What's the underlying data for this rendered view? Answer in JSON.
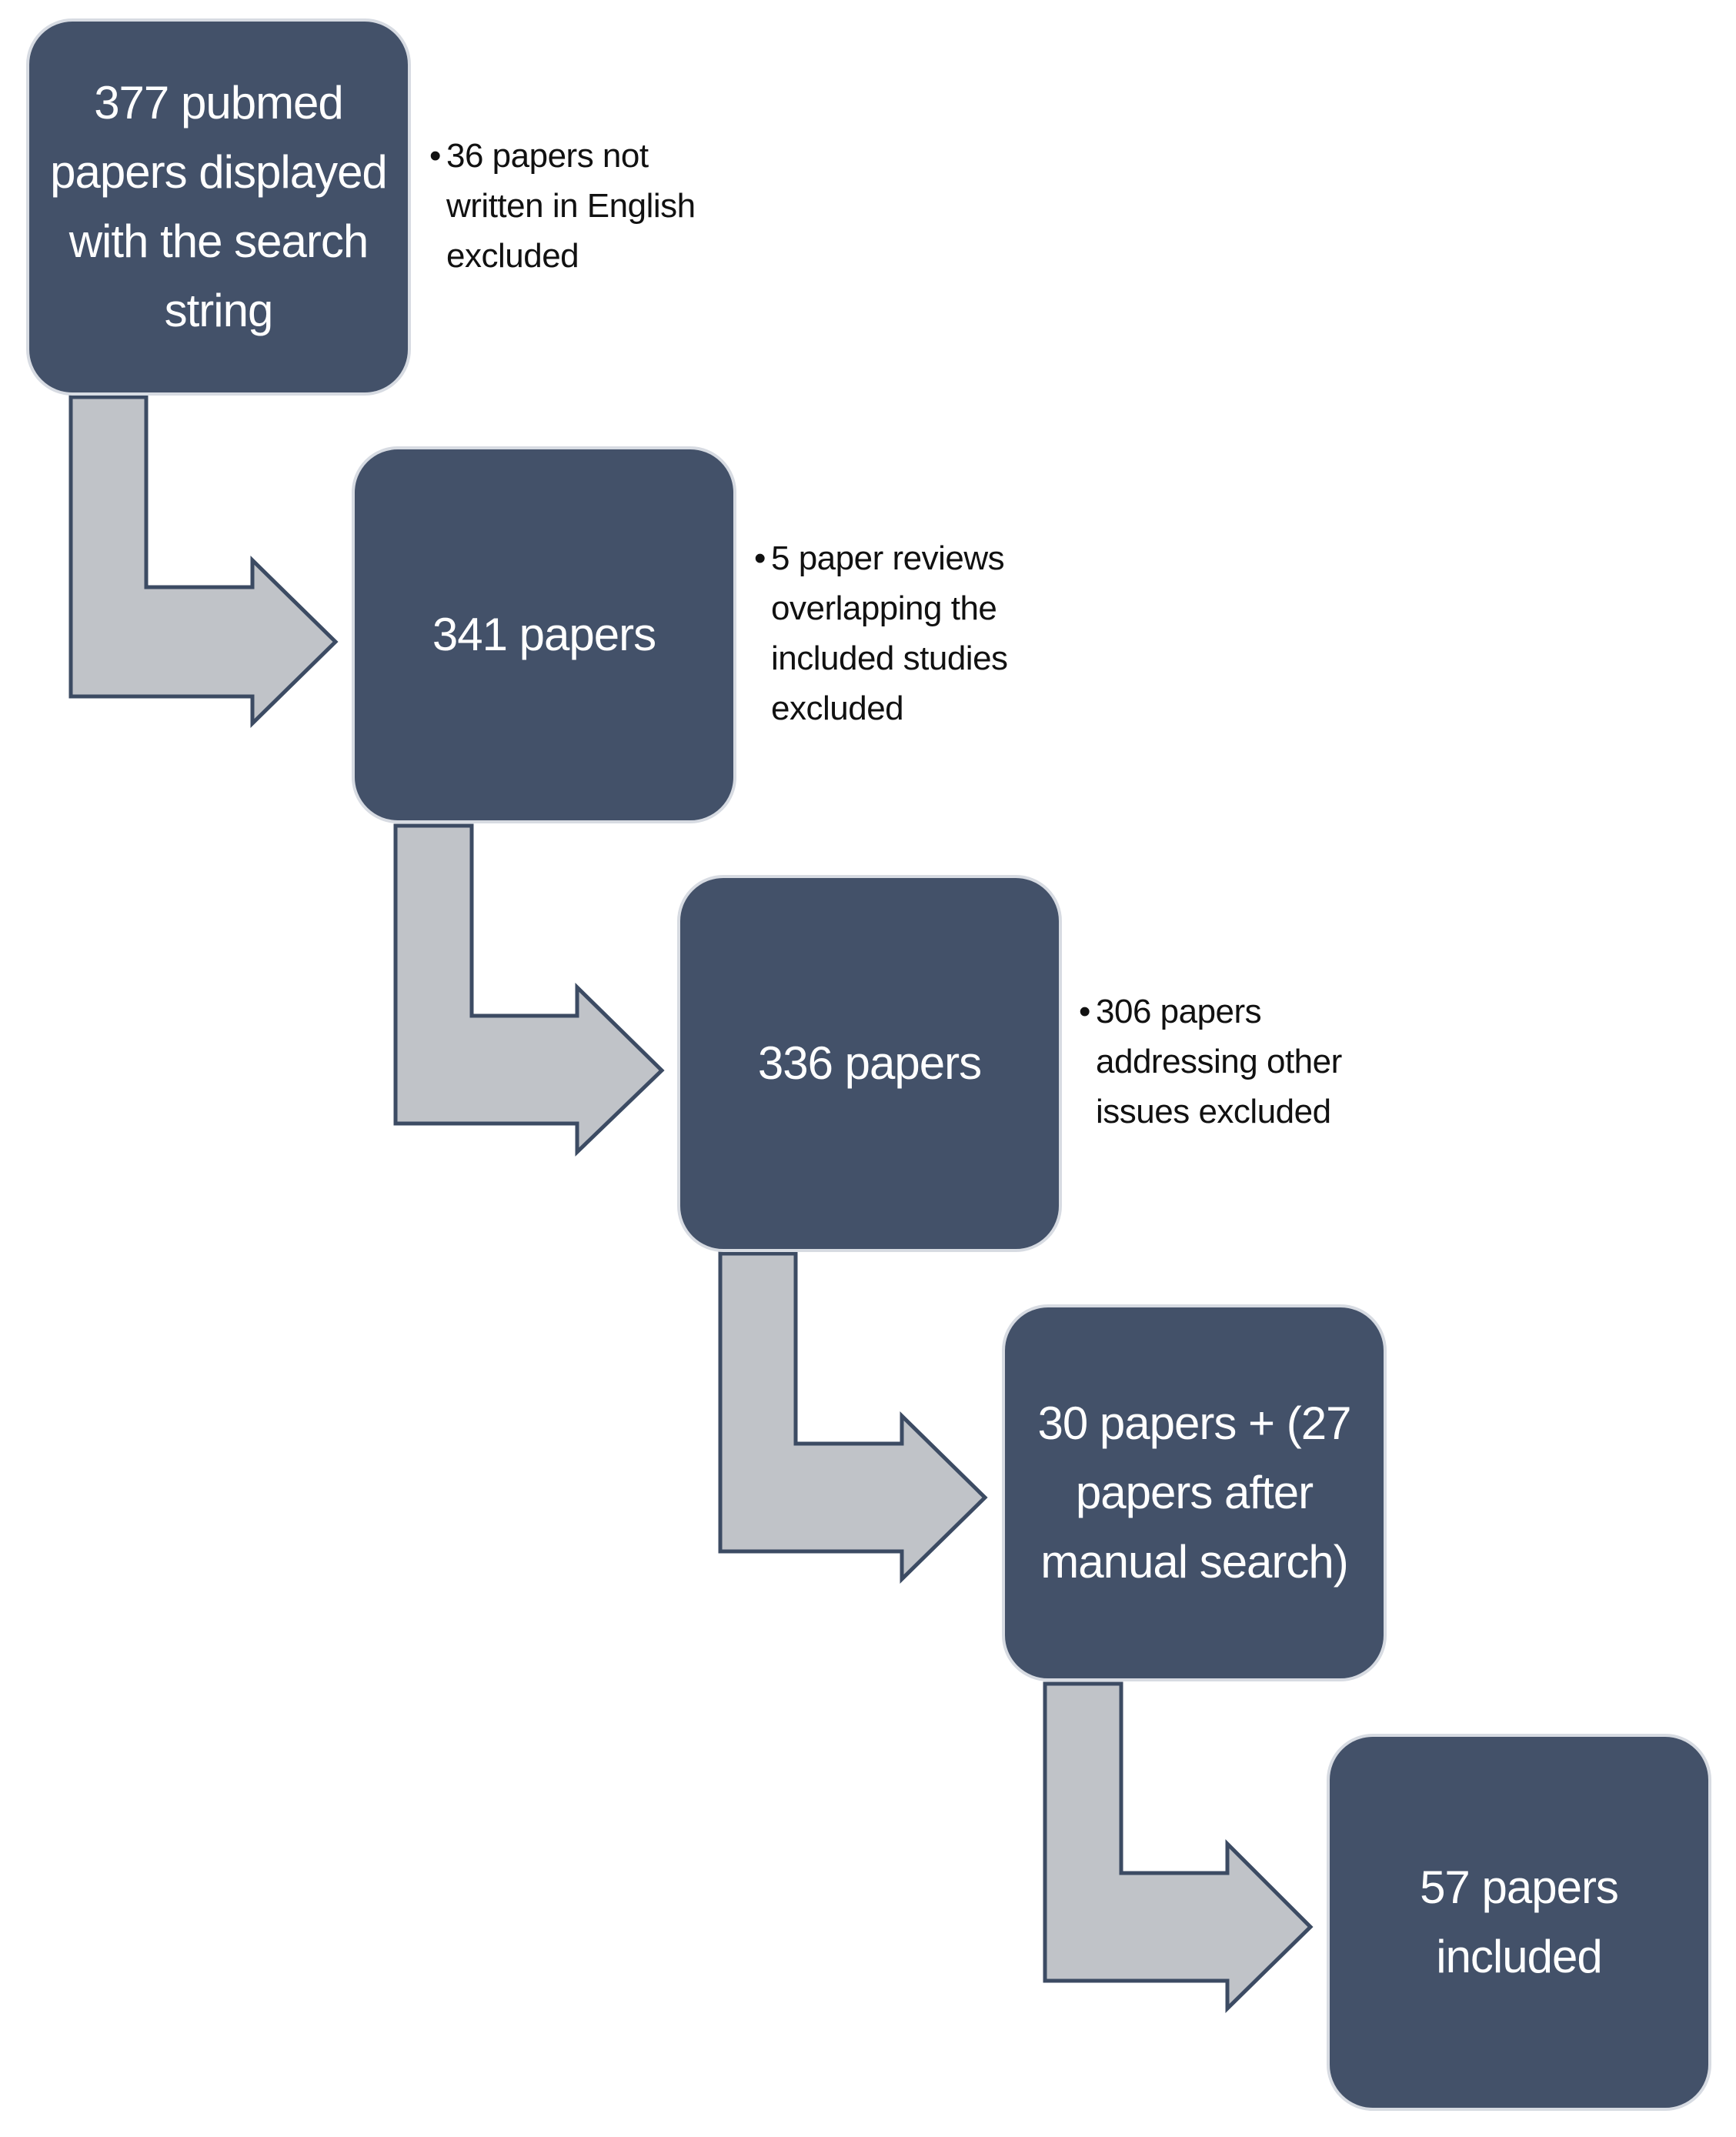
{
  "diagram": {
    "steps": [
      {
        "label": "377 pubmed\npapers displayed\nwith the search\nstring",
        "note": "36 papers not\nwritten in English\nexcluded"
      },
      {
        "label": "341 papers",
        "note": "5 paper reviews\noverlapping the\nincluded studies\nexcluded"
      },
      {
        "label": "336 papers",
        "note": "306 papers\naddressing other\nissues excluded"
      },
      {
        "label": "30 papers + (27\npapers after\nmanual search)",
        "note": ""
      },
      {
        "label": "57 papers\nincluded",
        "note": ""
      }
    ],
    "bullet_glyph": "•",
    "colors": {
      "box_fill": "#435169",
      "box_border": "#d7dbe2",
      "arrow_fill": "#c0c3c8",
      "arrow_stroke": "#3c4b63"
    }
  }
}
